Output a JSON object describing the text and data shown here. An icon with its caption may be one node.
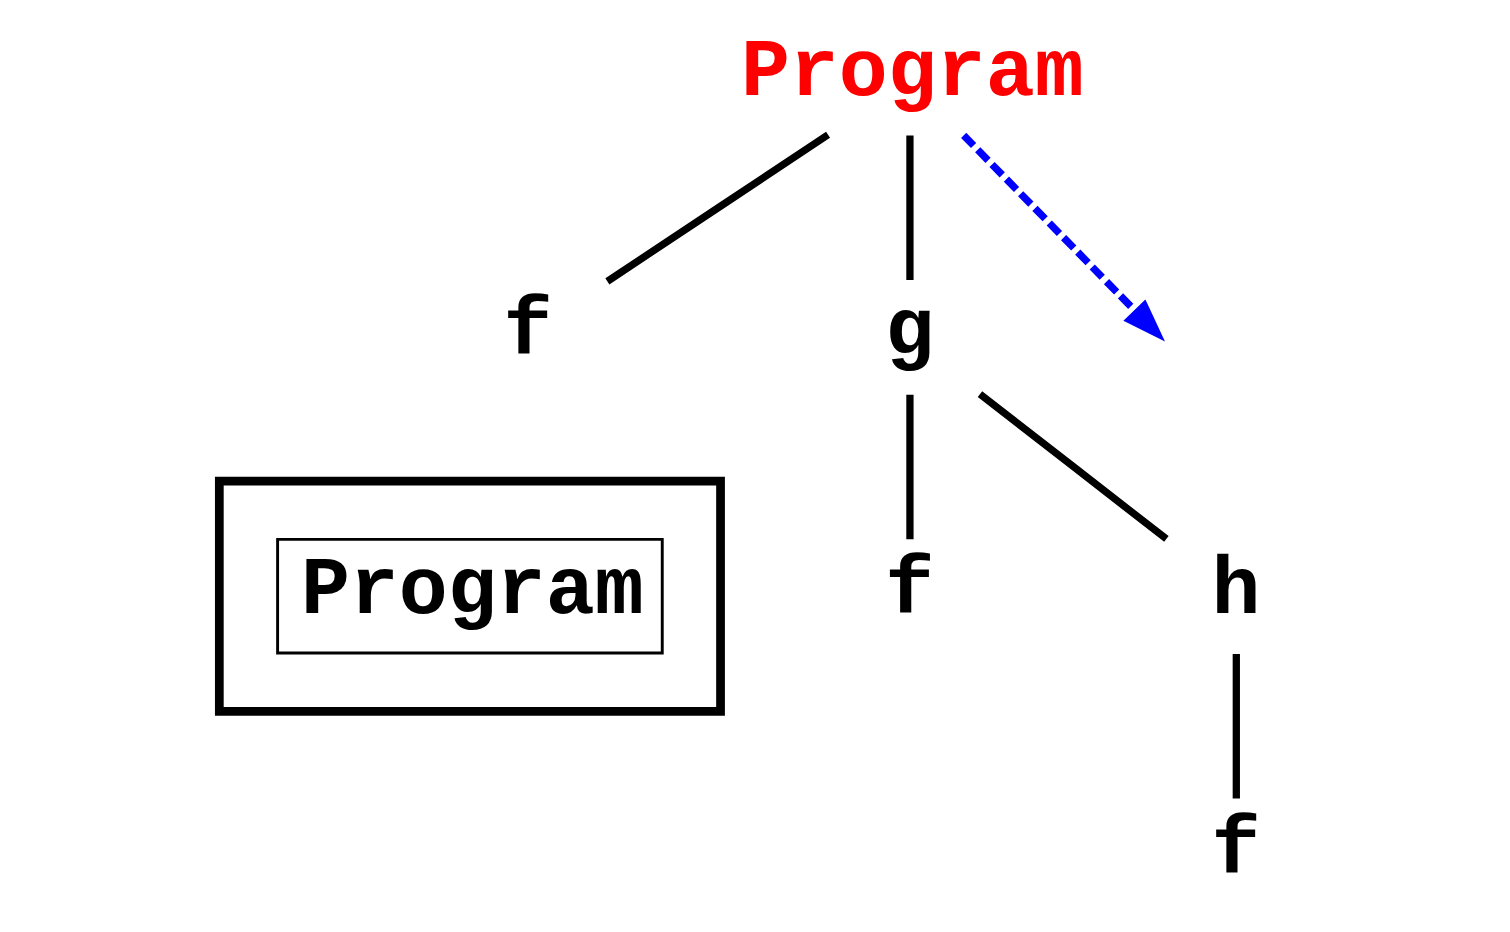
{
  "diagram": {
    "nodes": [
      {
        "text": [
          "Program"
        ]
      },
      {
        "text": [
          "f"
        ]
      },
      {
        "text": [
          "g"
        ]
      },
      {
        "text": [
          "f"
        ]
      },
      {
        "text": [
          "h"
        ]
      },
      {
        "text": [
          "f"
        ]
      },
      {
        "text": [],
        "shape": "box"
      },
      {
        "text": [
          "Program"
        ],
        "in": 6
      }
    ],
    "edges": [
      {
        "from": 0,
        "to": 1,
        "arrow": "none"
      },
      {
        "from": 0,
        "to": 2,
        "arrow": "none"
      },
      {
        "from": 2,
        "to": 3,
        "arrow": "none"
      },
      {
        "from": 2,
        "to": 4,
        "arrow": "none"
      },
      {
        "from": 4,
        "to": 5,
        "arrow": "none"
      },
      {
        "from": 0,
        "to": null,
        "arrow": "to",
        "style": "dashed",
        "color": "#0000ff"
      }
    ]
  }
}
